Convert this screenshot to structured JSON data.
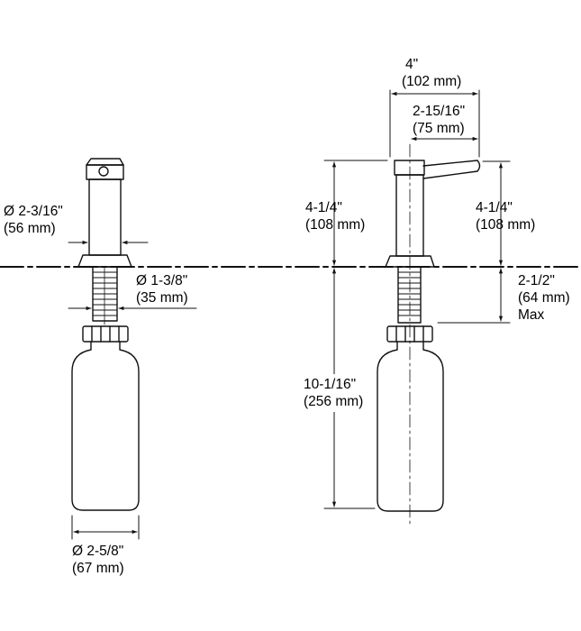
{
  "diagram": {
    "front_view": {
      "head_diameter": {
        "imperial": "Ø 2-3/16\"",
        "metric": "(56 mm)"
      },
      "shank_diameter": {
        "imperial": "Ø 1-3/8\"",
        "metric": "(35 mm)"
      },
      "bottle_diameter": {
        "imperial": "Ø 2-5/8\"",
        "metric": "(67 mm)"
      }
    },
    "side_view": {
      "overall_reach": {
        "imperial": "4\"",
        "metric": "(102 mm)"
      },
      "spout_reach": {
        "imperial": "2-15/16\"",
        "metric": "(75 mm)"
      },
      "height_above_deck_left": {
        "imperial": "4-1/4\"",
        "metric": "(108 mm)"
      },
      "height_above_deck_right": {
        "imperial": "4-1/4\"",
        "metric": "(108 mm)"
      },
      "max_deck_thickness": {
        "imperial": "2-1/2\"",
        "metric": "(64 mm)",
        "note": "Max"
      },
      "depth_below_deck": {
        "imperial": "10-1/16\"",
        "metric": "(256 mm)"
      }
    }
  }
}
